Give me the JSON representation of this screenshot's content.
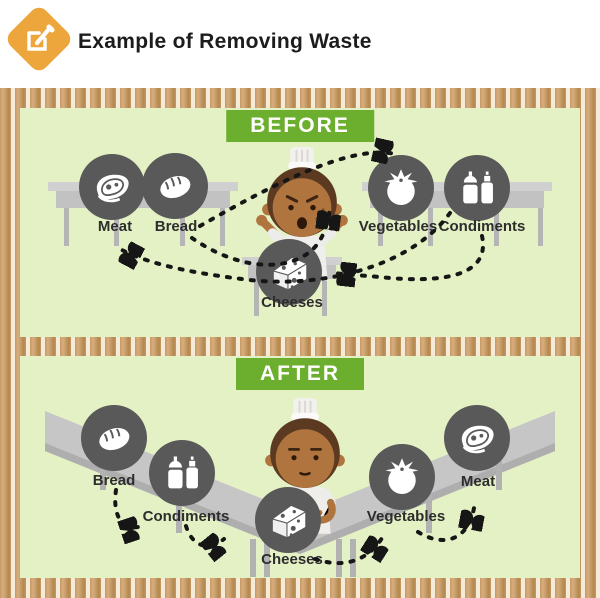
{
  "header": {
    "title": "Example of Removing Waste",
    "icon": "edit-pencil-icon"
  },
  "colors": {
    "accent_green": "#6cae2d",
    "panel_green": "#e4f1c4",
    "bamboo_tan": "#c69a66",
    "station_circle_gray": "#595959",
    "table_gray": "#c6c6c6",
    "header_icon_orange": "#eda63b",
    "arrow_black": "#161616"
  },
  "panels": {
    "before": {
      "label": "BEFORE",
      "stations": [
        {
          "label": "Meat",
          "icon": "meat-icon"
        },
        {
          "label": "Bread",
          "icon": "bread-icon"
        },
        {
          "label": "Vegetables",
          "icon": "vegetables-icon"
        },
        {
          "label": "Condiments",
          "icon": "condiments-icon"
        },
        {
          "label": "Cheeses",
          "icon": "cheese-icon"
        }
      ]
    },
    "after": {
      "label": "AFTER",
      "stations": [
        {
          "label": "Bread",
          "icon": "bread-icon"
        },
        {
          "label": "Condiments",
          "icon": "condiments-icon"
        },
        {
          "label": "Cheeses",
          "icon": "cheese-icon"
        },
        {
          "label": "Vegetables",
          "icon": "vegetables-icon"
        },
        {
          "label": "Meat",
          "icon": "meat-icon"
        }
      ]
    }
  }
}
